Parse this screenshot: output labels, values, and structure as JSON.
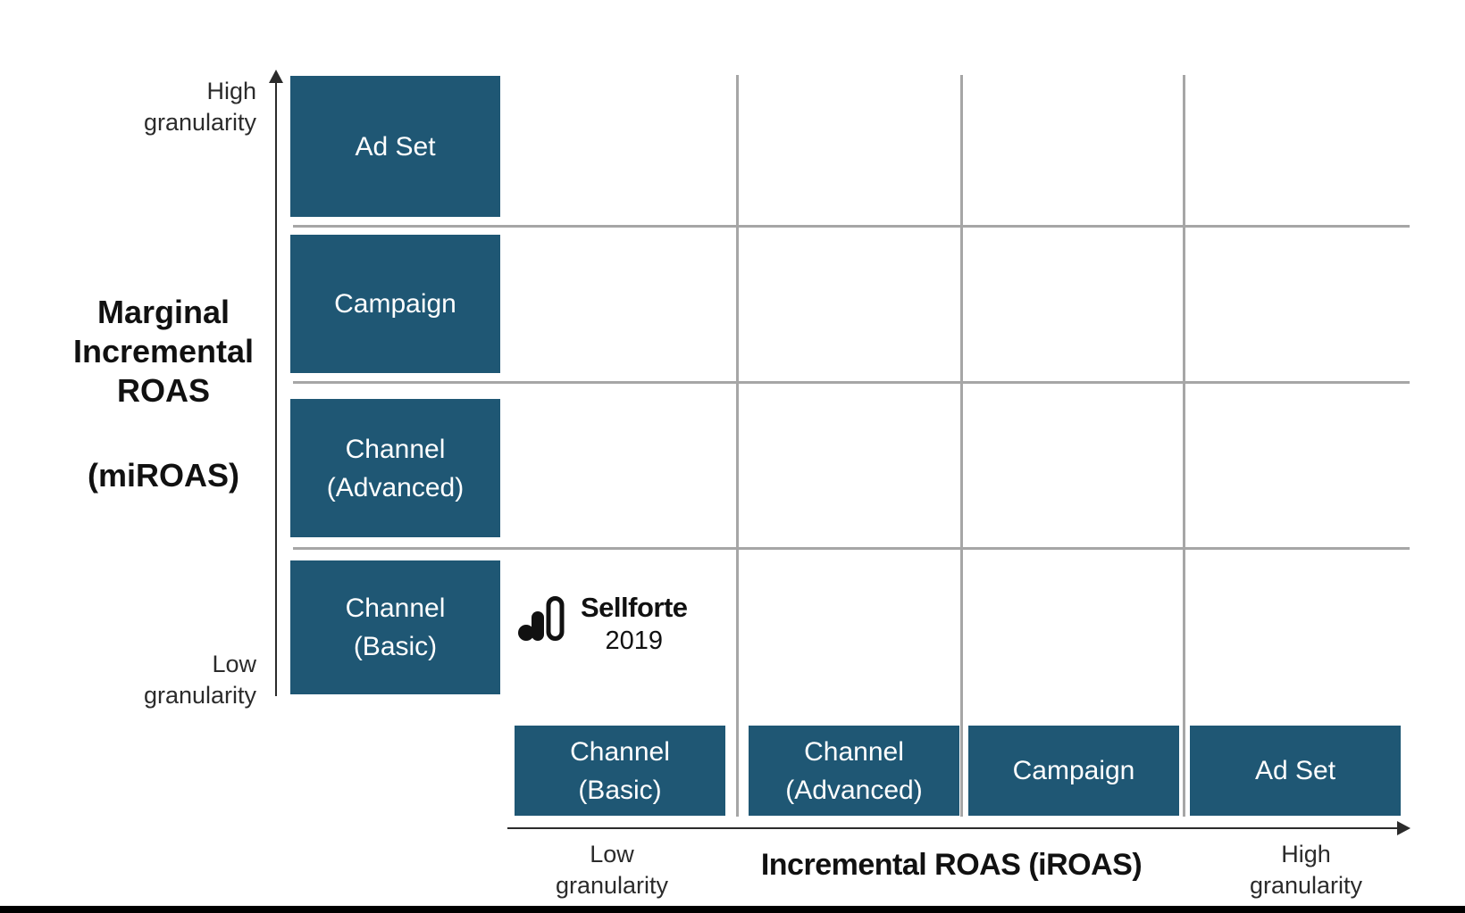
{
  "colors": {
    "box_fill": "#1f5774",
    "box_text": "#ffffff",
    "gridline": "#a6a6a6",
    "axis": "#2b2b2b",
    "title_text": "#111111",
    "footer_bar": "#000000"
  },
  "y_axis": {
    "title": "Marginal\nIncremental\nROAS",
    "subtitle": "(miROAS)",
    "high_label": "High\ngranularity",
    "low_label": "Low\ngranularity",
    "boxes": [
      {
        "label": "Ad Set"
      },
      {
        "label": "Campaign"
      },
      {
        "label": "Channel\n(Advanced)"
      },
      {
        "label": "Channel\n(Basic)"
      }
    ]
  },
  "x_axis": {
    "title": "Incremental ROAS (iROAS)",
    "low_label": "Low\ngranularity",
    "high_label": "High\ngranularity",
    "boxes": [
      {
        "label": "Channel\n(Basic)"
      },
      {
        "label": "Channel\n(Advanced)"
      },
      {
        "label": "Campaign"
      },
      {
        "label": "Ad Set"
      }
    ]
  },
  "watermark": {
    "brand": "Sellforte",
    "year": "2019"
  }
}
